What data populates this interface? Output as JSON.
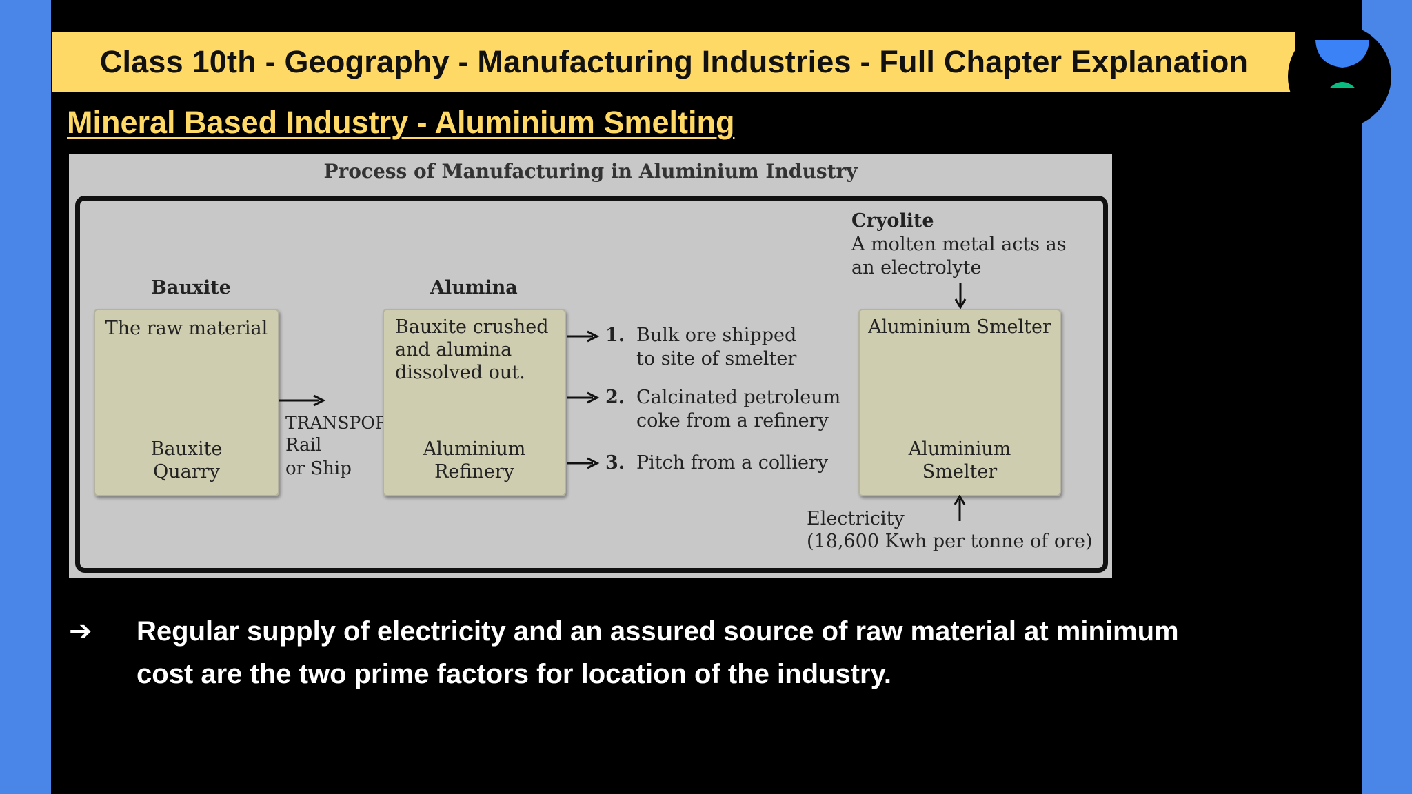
{
  "header": {
    "title": "Class 10th - Geography - Manufacturing Industries - Full Chapter Explanation"
  },
  "section": {
    "title": "Mineral Based Industry - Aluminium Smelting"
  },
  "diagram": {
    "title": "Process of Manufacturing in Aluminium Industry",
    "bauxite": {
      "heading": "Bauxite",
      "box_top": "The raw material",
      "box_bottom_line1": "Bauxite",
      "box_bottom_line2": "Quarry"
    },
    "transport": {
      "line1": "TRANSPORT",
      "line2": "Rail",
      "line3": "or Ship"
    },
    "alumina": {
      "heading": "Alumina",
      "box_top_line1": "Bauxite crushed",
      "box_top_line2": "and alumina",
      "box_top_line3": "dissolved out.",
      "box_bottom_line1": "Aluminium",
      "box_bottom_line2": "Refinery"
    },
    "inputs": [
      {
        "num": "1.",
        "line1": "Bulk ore shipped",
        "line2": "to site of smelter"
      },
      {
        "num": "2.",
        "line1": "Calcinated petroleum",
        "line2": "coke from a refinery"
      },
      {
        "num": "3.",
        "line1": "Pitch from a colliery",
        "line2": ""
      }
    ],
    "cryolite": {
      "heading": "Cryolite",
      "line1": "A molten metal acts as",
      "line2": "an electrolyte"
    },
    "smelter": {
      "box_top": "Aluminium Smelter",
      "box_bottom_line1": "Aluminium",
      "box_bottom_line2": "Smelter"
    },
    "electricity": {
      "line1": "Electricity",
      "line2": "(18,600 Kwh per tonne of ore)"
    }
  },
  "bullet": {
    "icon": "arrow-right-icon",
    "symbol": "➔",
    "text": "Regular supply of electricity and an assured source of raw material at minimum cost are the two prime factors for location of the industry."
  },
  "colors": {
    "header_bg": "#ffd966",
    "section_title": "#ffd966",
    "side_bars": "#4a86e8",
    "logo_green": "#08bd80",
    "logo_blue": "#3b82f6"
  }
}
